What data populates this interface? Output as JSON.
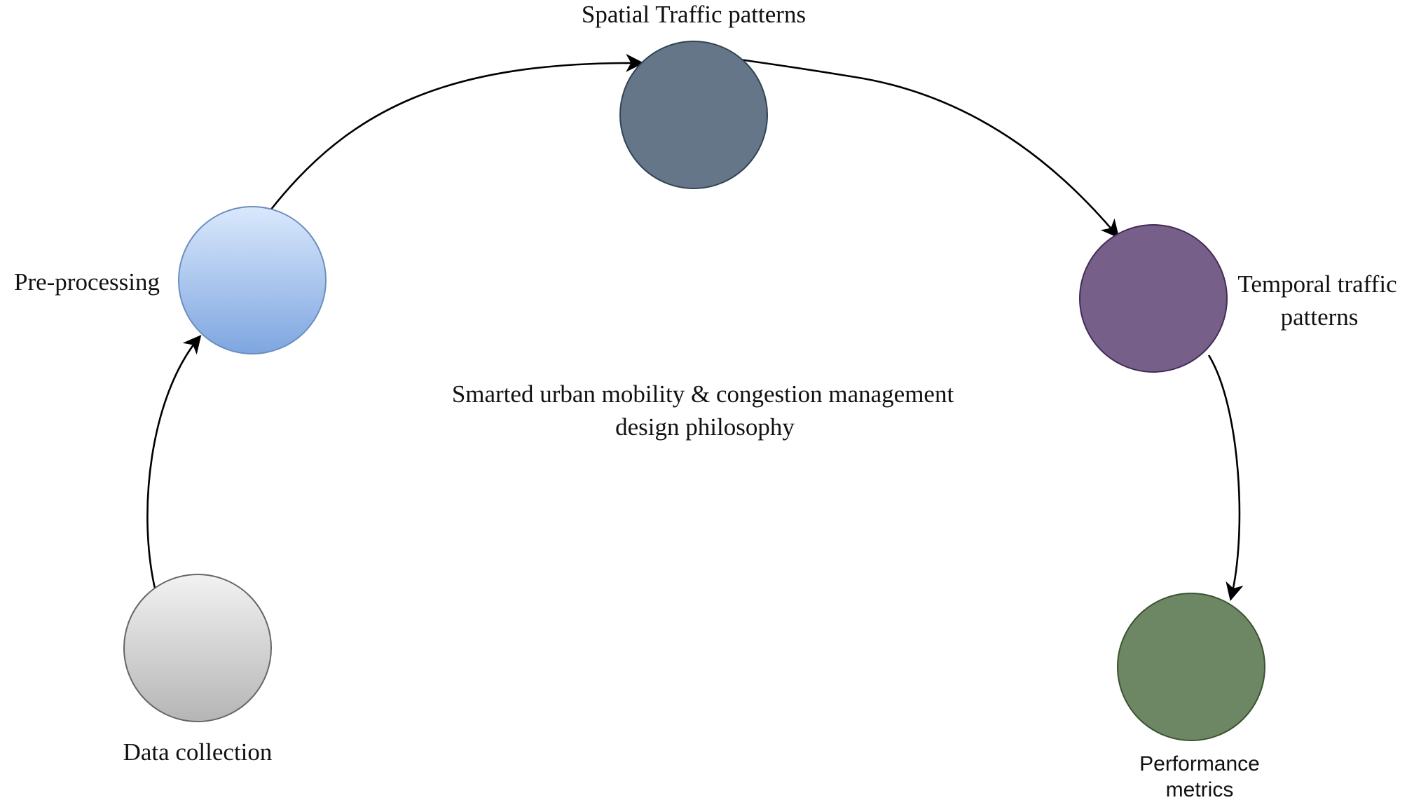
{
  "diagram": {
    "center_title": {
      "line1": "Smarted urban mobility & congestion management",
      "line2": "design philosophy"
    },
    "nodes": {
      "data_collection": {
        "label": "Data collection",
        "fill_top": "#f2f2f2",
        "fill_bottom": "#b5b5b5",
        "stroke": "#666666"
      },
      "pre_processing": {
        "label": "Pre-processing",
        "fill_top": "#dae8fc",
        "fill_bottom": "#7ea6e0",
        "stroke": "#6c8ebf"
      },
      "spatial": {
        "label": "Spatial Traffic patterns",
        "fill": "#647687",
        "stroke": "#314354"
      },
      "temporal": {
        "label_line1": "Temporal traffic",
        "label_line2": "patterns",
        "fill": "#76608a",
        "stroke": "#432d57"
      },
      "performance": {
        "label_line1": "Performance",
        "label_line2": "metrics",
        "fill": "#6d8764",
        "stroke": "#3a5431"
      }
    },
    "edges": [
      {
        "from": "Data collection",
        "to": "Pre-processing"
      },
      {
        "from": "Pre-processing",
        "to": "Spatial Traffic patterns"
      },
      {
        "from": "Spatial Traffic patterns",
        "to": "Temporal traffic patterns"
      },
      {
        "from": "Temporal traffic patterns",
        "to": "Performance metrics"
      }
    ]
  }
}
